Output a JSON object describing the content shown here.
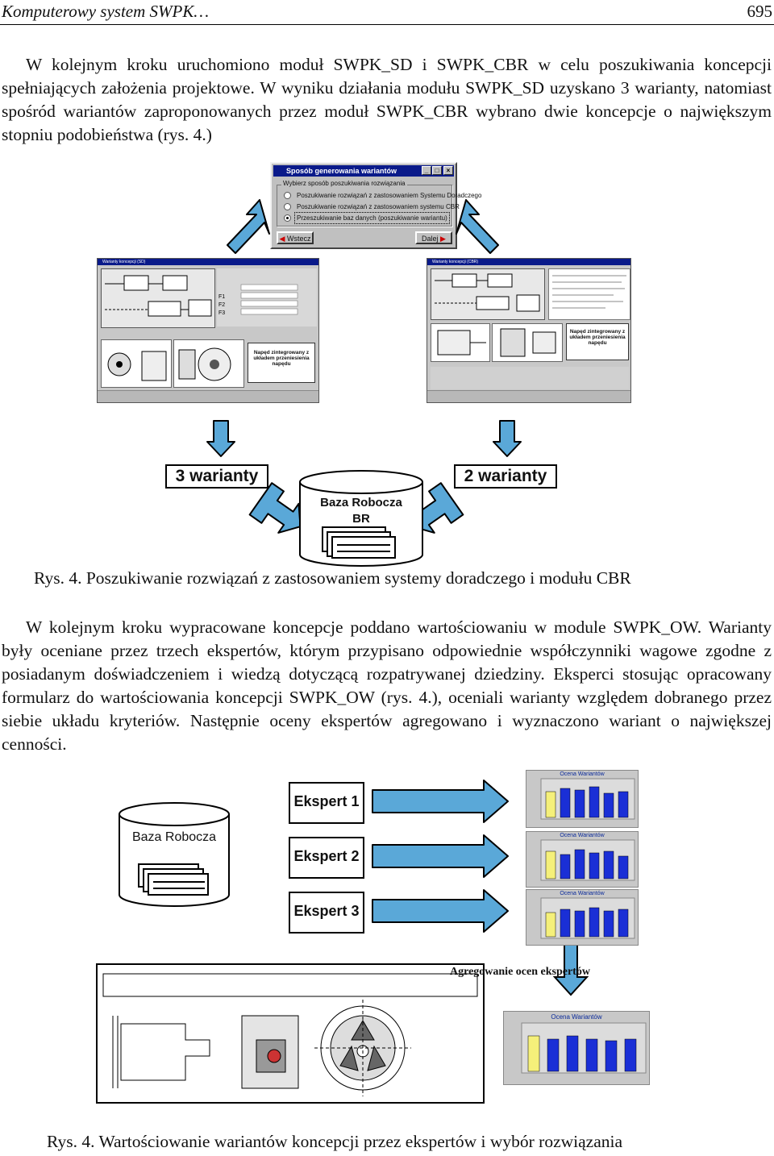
{
  "header": {
    "title": "Komputerowy system SWPK…",
    "page_number": "695"
  },
  "paragraph1": "W kolejnym kroku uruchomiono moduł SWPK_SD i SWPK_CBR w celu poszukiwania koncepcji spełniających założenia projektowe. W wyniku działania modułu SWPK_SD uzyskano 3 warianty, natomiast spośród wariantów zaproponowanych przez moduł SWPK_CBR wybrano dwie koncepcje o największym stopniu podobieństwa (rys. 4.)",
  "dialog": {
    "title": "Sposób generowania wariantów",
    "group_label": "Wybierz sposób poszukiwania rozwiązania",
    "options": [
      "Poszukiwanie rozwiązań z zastosowaniem Systemu Doradczego",
      "Poszukiwanie rozwiązań z zastosowaniem systemu CBR",
      "Przeszukiwanie baz danych (poszukiwanie wariantu)"
    ],
    "selected_index": 2,
    "back_button": "Wstecz",
    "next_button": "Dalej"
  },
  "figure1": {
    "left_window_title": "Warianty koncepcji (SD)",
    "right_window_title": "Warianty koncepcji (CBR)",
    "note_text": "Napęd zintegrowany z układem przeniesienia napędu",
    "label_left": "3 warianty",
    "label_right": "2 warianty",
    "db_label_line1": "Baza Robocza",
    "db_label_line2": "BR",
    "caption": "Rys. 4. Poszukiwanie rozwiązań z zastosowaniem systemy doradczego i modułu CBR"
  },
  "paragraph2": "W kolejnym kroku wypracowane koncepcje poddano wartościowaniu w module SWPK_OW. Warianty były oceniane przez trzech ekspertów, którym przypisano odpowiednie współczynniki wagowe zgodne z posiadanym doświadczeniem i wiedzą dotyczącą rozpatrywanej dziedziny. Eksperci stosując opracowany formularz do wartościowania koncepcji SWPK_OW (rys. 4.), oceniali warianty względem dobranego przez siebie układu kryteriów. Następnie oceny ekspertów agregowano i wyznaczono wariant o największej cenności.",
  "figure2": {
    "db_label": "Baza Robocza",
    "experts": [
      "Ekspert 1",
      "Ekspert 2",
      "Ekspert 3"
    ],
    "chart_title": "Ocena Wariantów",
    "aggregate_label": "Agregowanie ocen ekspertów",
    "caption": "Rys. 4. Wartościowanie wariantów koncepcji przez ekspertów i wybór rozwiązania"
  },
  "colors": {
    "bar_blue": "#1a2fd6",
    "bar_yellow": "#f5f07a",
    "chart_bg": "#c8c8c8",
    "titlebar": "#0a1a8a",
    "arrow_fill": "#5aa8d8"
  }
}
